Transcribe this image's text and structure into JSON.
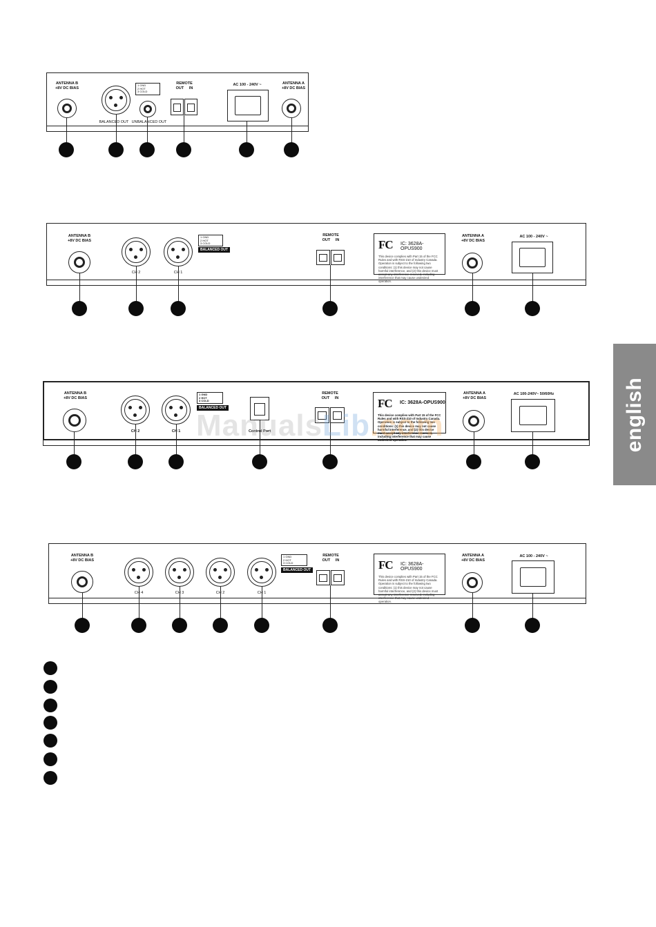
{
  "side_tab": {
    "label": "english"
  },
  "watermark": {
    "part1": "Manuals",
    "part2": "Lib",
    "part3": ".com"
  },
  "panel1": {
    "antenna_b": [
      "ANTENNA B",
      "+8V DC BIAS"
    ],
    "antenna_a": [
      "ANTENNA A",
      "+8V DC BIAS"
    ],
    "pin_key": [
      "1 GND",
      "2 HOT",
      "3 COLD"
    ],
    "balanced_out": "BALANCED OUT",
    "unbalanced_out": "UNBALANCED OUT",
    "remote": "REMOTE",
    "remote_out": "OUT",
    "remote_in": "IN",
    "ac": "AC 100 - 240V ~"
  },
  "panel2": {
    "antenna_b": [
      "ANTENNA B",
      "+8V DC BIAS"
    ],
    "antenna_a": [
      "ANTENNA A",
      "+8V DC BIAS"
    ],
    "ch2": "CH 2",
    "ch1": "CH 1",
    "pin_key": [
      "1 GND",
      "2 HOT",
      "3 COLD"
    ],
    "balanced_out": "BALANCED OUT",
    "remote": "REMOTE",
    "remote_out": "OUT",
    "remote_in": "IN",
    "fcc_logo": "FC",
    "fcc_id": "IC: 3628A-OPUS900",
    "fcc_text": "This device complies with Part 15 of the FCC Rules and with RSS-210 of Industry Canada. Operation is subject to the following two conditions: (1) this device may not cause harmful interference, and (2) this device must accept any interference received, including interference that may cause undesired operation.",
    "ac": "AC 100 - 240V ~"
  },
  "panel3": {
    "antenna_b": [
      "ANTENNA B",
      "+8V DC BIAS"
    ],
    "antenna_a": [
      "ANTENNA A",
      "+8V DC BIAS"
    ],
    "ch2": "CH 2",
    "ch1": "CH 1",
    "pin_key": [
      "1 GND",
      "2 HOT",
      "3 COLD"
    ],
    "balanced_out": "BALANCED OUT",
    "control_port": "Control Port",
    "remote": "REMOTE",
    "remote_out": "OUT",
    "remote_in": "IN",
    "fcc_logo": "FC",
    "fcc_id": "IC: 3628A-OPUS900",
    "fcc_text": "This device complies with Part 15 of the FCC Rules and with RSS-210 of Industry Canada. Operation is subject to the following two conditions: (1) this device may not cause harmful interference, and (2) this device must accept any interference received, including interference that may cause undesired operation.",
    "ac": "AC 100-240V~  50/60Hz"
  },
  "panel4": {
    "antenna_b": [
      "ANTENNA B",
      "+8V DC BIAS"
    ],
    "antenna_a": [
      "ANTENNA A",
      "+8V DC BIAS"
    ],
    "ch4": "CH 4",
    "ch3": "CH 3",
    "ch2": "CH 2",
    "ch1": "CH 1",
    "pin_key": [
      "1 GND",
      "2 HOT",
      "3 COLD"
    ],
    "balanced_out": "BALANCED OUT",
    "remote": "REMOTE",
    "remote_out": "OUT",
    "remote_in": "IN",
    "fcc_logo": "FC",
    "fcc_id": "IC: 3628A-OPUS900",
    "fcc_text": "This device complies with Part 15 of the FCC Rules and with RSS-210 of Industry Canada. Operation is subject to the following two conditions: (1) this device may not cause harmful interference, and (2) this device must accept any interference received, including interference that may cause undesired operation.",
    "ac": "AC 100 - 240V ~"
  }
}
